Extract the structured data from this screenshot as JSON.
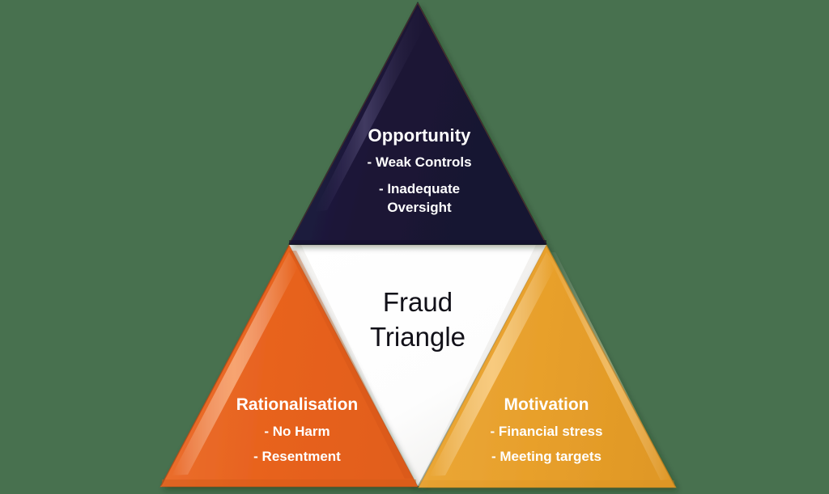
{
  "diagram": {
    "name": "Fraud Triangle",
    "background_color": "#48714f",
    "center": {
      "fill": "#ffffff",
      "text_color": "#111018",
      "lines": [
        "Fraud",
        "Triangle"
      ]
    },
    "segments": [
      {
        "id": "opportunity",
        "position": "top",
        "title": "Opportunity",
        "fill": "#1c1838",
        "text_color": "#ffffff",
        "items": [
          "- Weak Controls",
          "- Inadequate",
          "Oversight"
        ]
      },
      {
        "id": "rationalisation",
        "position": "bottom-left",
        "title": "Rationalisation",
        "fill": "#e8631f",
        "text_color": "#ffffff",
        "items": [
          "- No Harm",
          "- Resentment"
        ]
      },
      {
        "id": "motivation",
        "position": "bottom-right",
        "title": "Motivation",
        "fill": "#e8a02c",
        "text_color": "#ffffff",
        "items": [
          "- Financial  stress",
          "- Meeting targets"
        ]
      }
    ]
  }
}
